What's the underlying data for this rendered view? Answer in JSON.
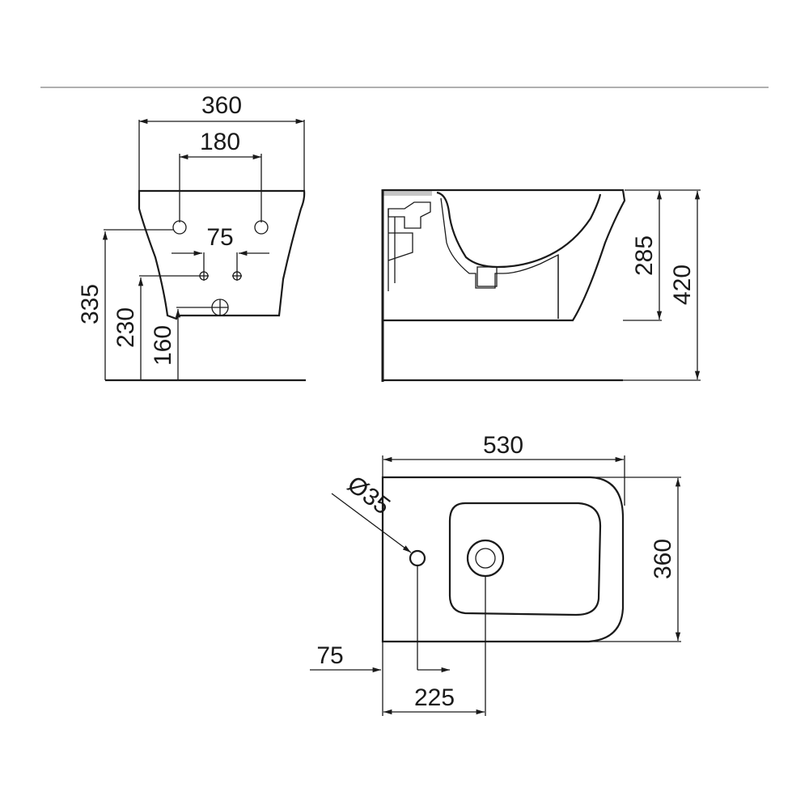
{
  "front_view": {
    "width_overall": "360",
    "hole_spacing": "180",
    "fixing_spacing": "75",
    "height_hole": "335",
    "height_fixing": "230",
    "height_waste": "160"
  },
  "side_view": {
    "height_rim_offset": "285",
    "height_overall": "420"
  },
  "top_view": {
    "length_overall": "530",
    "width_overall": "360",
    "tap_hole_diameter": "Ø35",
    "wall_offset": "75",
    "waste_distance": "225"
  }
}
